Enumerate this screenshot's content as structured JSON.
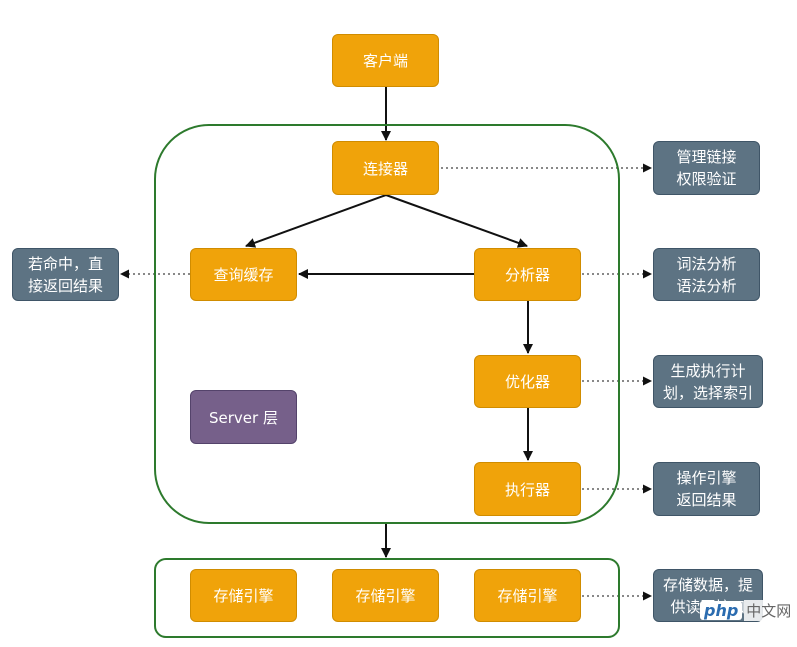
{
  "nodes": {
    "client": "客户端",
    "connector": "连接器",
    "query_cache": "查询缓存",
    "analyzer": "分析器",
    "optimizer": "优化器",
    "executor": "执行器",
    "server_layer": "Server 层",
    "storage_engine_1": "存储引擎",
    "storage_engine_2": "存储引擎",
    "storage_engine_3": "存储引擎"
  },
  "notes": {
    "connector_note": [
      "管理链接",
      "权限验证"
    ],
    "cache_note": [
      "若命中，直",
      "接返回结果"
    ],
    "analyzer_note": [
      "词法分析",
      "语法分析"
    ],
    "optimizer_note": [
      "生成执行计",
      "划，选择索引"
    ],
    "executor_note": [
      "操作引擎",
      "返回结果"
    ],
    "storage_note": [
      "存储数据，提",
      "供读写接口"
    ]
  },
  "watermark": {
    "logo": "php",
    "text": "中文网"
  },
  "colors": {
    "node_fill": "#f0a30a",
    "note_fill": "#5d7383",
    "server_fill": "#76608a",
    "container_border": "#2d7a2d"
  }
}
